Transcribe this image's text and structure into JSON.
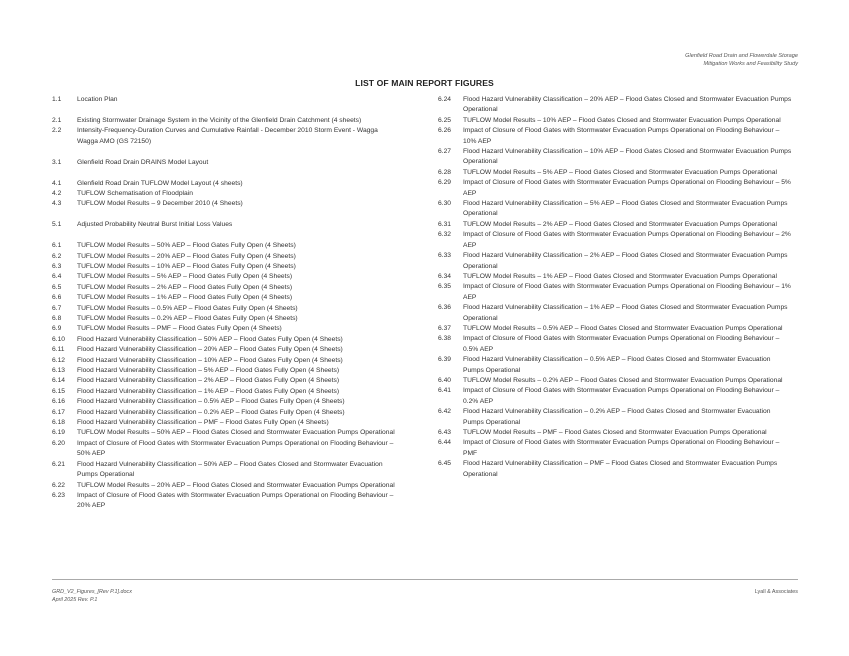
{
  "header": {
    "line1": "Glenfield Road Drain and Flowerdale Storage",
    "line2": "Mitigation Works and Feasibility Study"
  },
  "title": "LIST OF MAIN REPORT FIGURES",
  "left_items": [
    {
      "num": "1.1",
      "text": "Location Plan",
      "gap": 0
    },
    {
      "num": "2.1",
      "text": "Existing Stormwater Drainage System in the Vicinity of the Glenfield Drain Catchment (4 sheets)",
      "gap": 1
    },
    {
      "num": "2.2",
      "text": "Intensity-Frequency-Duration Curves and Cumulative Rainfall - December 2010 Storm Event - Wagga Wagga AMO (GS 72150)",
      "gap": 0
    },
    {
      "num": "3.1",
      "text": "Glenfield Road Drain DRAINS Model Layout",
      "gap": 1
    },
    {
      "num": "4.1",
      "text": "Glenfield Road Drain TUFLOW Model Layout (4 sheets)",
      "gap": 1
    },
    {
      "num": "4.2",
      "text": "TUFLOW Schematisation of Floodplain",
      "gap": 0
    },
    {
      "num": "4.3",
      "text": "TUFLOW Model Results – 9 December 2010 (4 Sheets)",
      "gap": 0
    },
    {
      "num": "5.1",
      "text": "Adjusted Probability Neutral Burst Initial Loss Values",
      "gap": 1
    },
    {
      "num": "6.1",
      "text": "TUFLOW Model Results – 50% AEP – Flood Gates Fully Open (4 Sheets)",
      "gap": 1
    },
    {
      "num": "6.2",
      "text": "TUFLOW Model Results – 20% AEP – Flood Gates Fully Open (4 Sheets)",
      "gap": 0
    },
    {
      "num": "6.3",
      "text": "TUFLOW Model Results – 10% AEP – Flood Gates Fully Open (4 Sheets)",
      "gap": 0
    },
    {
      "num": "6.4",
      "text": "TUFLOW Model Results – 5% AEP – Flood Gates Fully Open (4 Sheets)",
      "gap": 0
    },
    {
      "num": "6.5",
      "text": "TUFLOW Model Results – 2% AEP – Flood Gates Fully Open (4 Sheets)",
      "gap": 0
    },
    {
      "num": "6.6",
      "text": "TUFLOW Model Results – 1% AEP – Flood Gates Fully Open (4 Sheets)",
      "gap": 0
    },
    {
      "num": "6.7",
      "text": "TUFLOW Model Results – 0.5% AEP – Flood Gates Fully Open (4 Sheets)",
      "gap": 0
    },
    {
      "num": "6.8",
      "text": "TUFLOW Model Results – 0.2% AEP – Flood Gates Fully Open (4 Sheets)",
      "gap": 0
    },
    {
      "num": "6.9",
      "text": "TUFLOW Model Results – PMF – Flood Gates Fully Open (4 Sheets)",
      "gap": 0
    },
    {
      "num": "6.10",
      "text": "Flood Hazard Vulnerability Classification – 50% AEP – Flood Gates Fully Open (4 Sheets)",
      "gap": 0
    },
    {
      "num": "6.11",
      "text": "Flood Hazard Vulnerability Classification – 20% AEP – Flood Gates Fully Open (4 Sheets)",
      "gap": 0
    },
    {
      "num": "6.12",
      "text": "Flood Hazard Vulnerability Classification – 10% AEP – Flood Gates Fully Open (4 Sheets)",
      "gap": 0
    },
    {
      "num": "6.13",
      "text": "Flood Hazard Vulnerability Classification – 5% AEP – Flood Gates Fully Open (4 Sheets)",
      "gap": 0
    },
    {
      "num": "6.14",
      "text": "Flood Hazard Vulnerability Classification – 2% AEP – Flood Gates Fully Open (4 Sheets)",
      "gap": 0
    },
    {
      "num": "6.15",
      "text": "Flood Hazard Vulnerability Classification – 1% AEP – Flood Gates Fully Open (4 Sheets)",
      "gap": 0
    },
    {
      "num": "6.16",
      "text": "Flood Hazard Vulnerability Classification – 0.5% AEP – Flood Gates Fully Open (4 Sheets)",
      "gap": 0
    },
    {
      "num": "6.17",
      "text": "Flood Hazard Vulnerability Classification – 0.2% AEP – Flood Gates Fully Open (4 Sheets)",
      "gap": 0
    },
    {
      "num": "6.18",
      "text": "Flood Hazard Vulnerability Classification – PMF – Flood Gates Fully Open (4 Sheets)",
      "gap": 0
    },
    {
      "num": "6.19",
      "text": "TUFLOW Model Results – 50% AEP – Flood Gates Closed and Stormwater Evacuation Pumps Operational",
      "gap": 0
    },
    {
      "num": "6.20",
      "text": "Impact of Closure of Flood Gates with Stormwater Evacuation Pumps Operational on Flooding Behaviour – 50% AEP",
      "gap": 0
    },
    {
      "num": "6.21",
      "text": "Flood Hazard Vulnerability Classification – 50% AEP – Flood Gates Closed and Stormwater Evacuation Pumps Operational",
      "gap": 0
    },
    {
      "num": "6.22",
      "text": "TUFLOW Model Results – 20% AEP – Flood Gates Closed and Stormwater Evacuation Pumps Operational",
      "gap": 0
    },
    {
      "num": "6.23",
      "text": "Impact of Closure of Flood Gates with Stormwater Evacuation Pumps Operational on Flooding Behaviour – 20% AEP",
      "gap": 0
    }
  ],
  "right_items": [
    {
      "num": "6.24",
      "text": "Flood Hazard Vulnerability Classification – 20% AEP – Flood Gates Closed and Stormwater Evacuation Pumps Operational"
    },
    {
      "num": "6.25",
      "text": "TUFLOW Model Results – 10% AEP – Flood Gates Closed and Stormwater Evacuation Pumps Operational"
    },
    {
      "num": "6.26",
      "text": "Impact of Closure of Flood Gates with Stormwater Evacuation Pumps Operational on Flooding Behaviour – 10% AEP"
    },
    {
      "num": "6.27",
      "text": "Flood Hazard Vulnerability Classification – 10% AEP – Flood Gates Closed and Stormwater Evacuation Pumps Operational"
    },
    {
      "num": "6.28",
      "text": "TUFLOW Model Results – 5% AEP – Flood Gates Closed and Stormwater Evacuation Pumps Operational"
    },
    {
      "num": "6.29",
      "text": "Impact of Closure of Flood Gates with Stormwater Evacuation Pumps Operational on Flooding Behaviour – 5% AEP"
    },
    {
      "num": "6.30",
      "text": "Flood Hazard Vulnerability Classification – 5% AEP – Flood Gates Closed and Stormwater Evacuation Pumps Operational"
    },
    {
      "num": "6.31",
      "text": "TUFLOW Model Results – 2% AEP – Flood Gates Closed and Stormwater Evacuation Pumps Operational"
    },
    {
      "num": "6.32",
      "text": "Impact of Closure of Flood Gates with Stormwater Evacuation Pumps Operational on Flooding Behaviour – 2% AEP"
    },
    {
      "num": "6.33",
      "text": "Flood Hazard Vulnerability Classification – 2% AEP – Flood Gates Closed and Stormwater Evacuation Pumps Operational"
    },
    {
      "num": "6.34",
      "text": "TUFLOW Model Results – 1% AEP – Flood Gates Closed and Stormwater Evacuation Pumps Operational"
    },
    {
      "num": "6.35",
      "text": "Impact of Closure of Flood Gates with Stormwater Evacuation Pumps Operational on Flooding Behaviour – 1% AEP"
    },
    {
      "num": "6.36",
      "text": "Flood Hazard Vulnerability Classification – 1% AEP – Flood Gates Closed and Stormwater Evacuation Pumps Operational"
    },
    {
      "num": "6.37",
      "text": "TUFLOW Model Results – 0.5% AEP – Flood Gates Closed and Stormwater Evacuation Pumps Operational"
    },
    {
      "num": "6.38",
      "text": "Impact of Closure of Flood Gates with Stormwater Evacuation Pumps Operational on Flooding Behaviour – 0.5% AEP"
    },
    {
      "num": "6.39",
      "text": "Flood Hazard Vulnerability Classification – 0.5% AEP – Flood Gates Closed and Stormwater Evacuation Pumps Operational"
    },
    {
      "num": "6.40",
      "text": "TUFLOW Model Results – 0.2% AEP – Flood Gates Closed and Stormwater Evacuation Pumps Operational"
    },
    {
      "num": "6.41",
      "text": "Impact of Closure of Flood Gates with Stormwater Evacuation Pumps Operational on Flooding Behaviour – 0.2% AEP"
    },
    {
      "num": "6.42",
      "text": "Flood Hazard Vulnerability Classification – 0.2% AEP – Flood Gates Closed and Stormwater Evacuation Pumps Operational"
    },
    {
      "num": "6.43",
      "text": "TUFLOW Model Results – PMF – Flood Gates Closed and Stormwater Evacuation Pumps Operational"
    },
    {
      "num": "6.44",
      "text": "Impact of Closure of Flood Gates with Stormwater Evacuation Pumps Operational on Flooding Behaviour – PMF"
    },
    {
      "num": "6.45",
      "text": "Flood Hazard Vulnerability Classification – PMF – Flood Gates Closed and Stormwater Evacuation Pumps Operational"
    }
  ],
  "footer": {
    "file": "GRD_V2_Figures_[Rev P.1].docx",
    "date": "April 2025   Rev. P.1",
    "company": "Lyall & Associates"
  }
}
